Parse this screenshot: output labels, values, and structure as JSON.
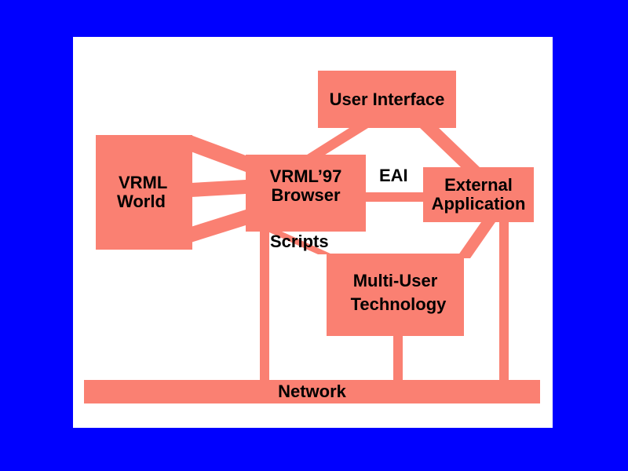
{
  "colors": {
    "background": "#0000ff",
    "panel": "#ffffff",
    "node": "#fa8072",
    "text": "#000000"
  },
  "nodes": {
    "user_interface": {
      "line1": "User Interface"
    },
    "vrml_world": {
      "line1": "VRML",
      "line2": "World"
    },
    "vrml_browser": {
      "line1": "VRML’97",
      "line2": "Browser"
    },
    "external_application": {
      "line1": "External",
      "line2": "Application"
    },
    "multi_user": {
      "line1": "Multi-User",
      "line2": "Technology"
    },
    "network": {
      "line1": "Network"
    }
  },
  "edge_labels": {
    "eai": "EAI",
    "scripts": "Scripts"
  }
}
